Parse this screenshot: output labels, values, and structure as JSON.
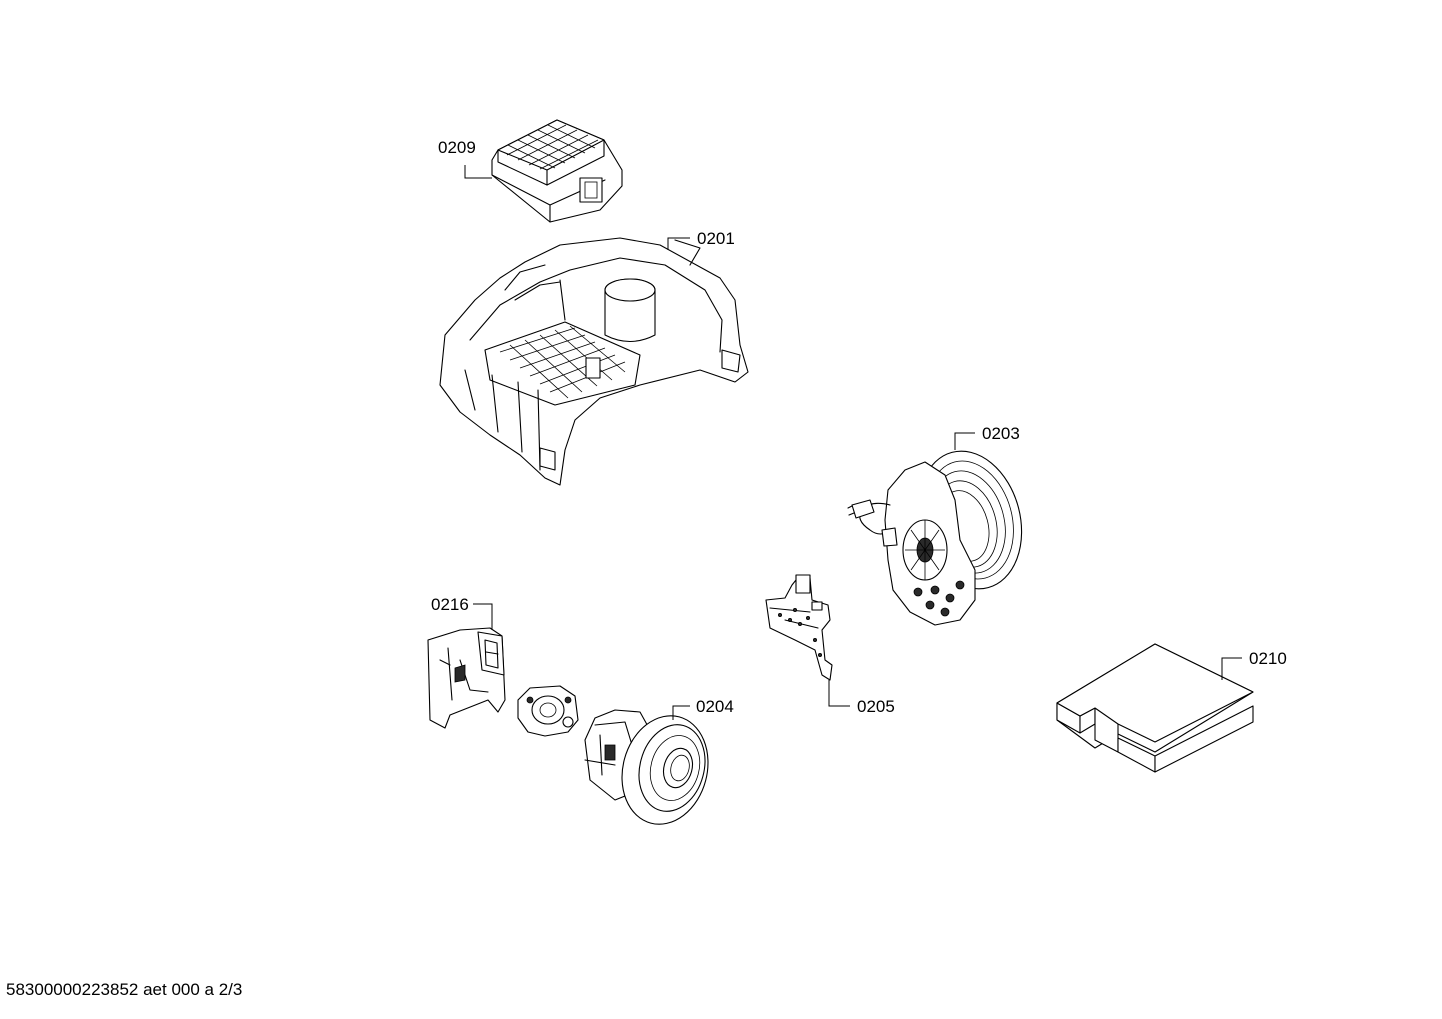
{
  "parts": [
    {
      "id": "p0209",
      "label": "0209",
      "name": "filter-cassette"
    },
    {
      "id": "p0201",
      "label": "0201",
      "name": "housing-cover"
    },
    {
      "id": "p0203",
      "label": "0203",
      "name": "cable-reel"
    },
    {
      "id": "p0216",
      "label": "0216",
      "name": "motor-holder"
    },
    {
      "id": "p0204",
      "label": "0204",
      "name": "motor"
    },
    {
      "id": "p0205",
      "label": "0205",
      "name": "circuit-board"
    },
    {
      "id": "p0210",
      "label": "0210",
      "name": "foam-pad"
    }
  ],
  "footer": {
    "text": "58300000223852 aet 000 a 2/3"
  }
}
